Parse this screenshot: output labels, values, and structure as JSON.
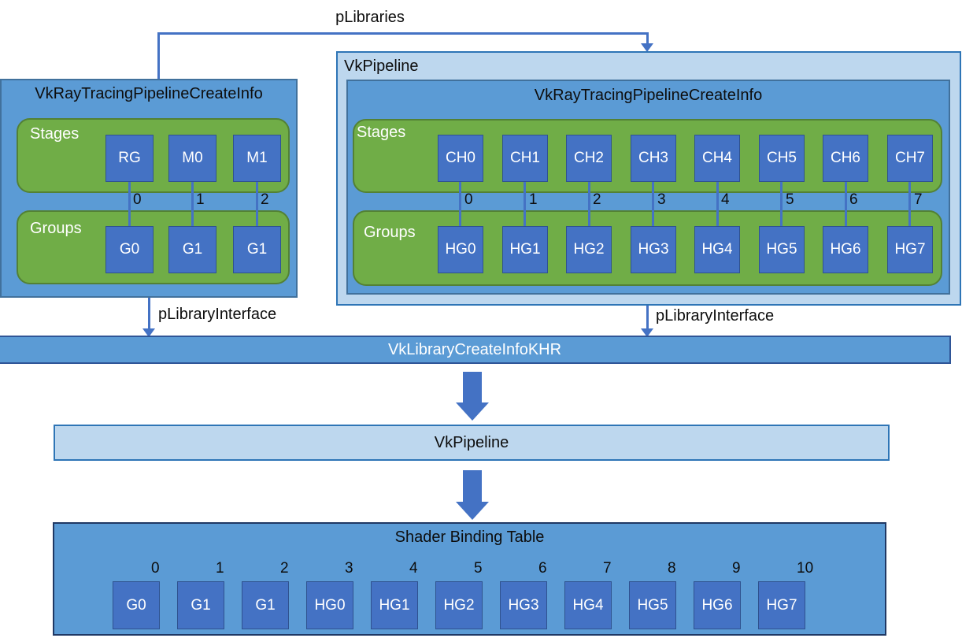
{
  "colors": {
    "medium_blue": "#5b9bd5",
    "medium_blue_border": "#41719c",
    "dark_blue": "#4472c4",
    "dark_blue_border": "#2f528f",
    "green": "#70ad47",
    "green_border": "#538135",
    "light_blue": "#bdd7ee",
    "light_blue_border": "#2e75b6",
    "navy_border": "#1f3864",
    "arrow_blue": "#4472c4"
  },
  "connectors": {
    "plibraries_label": "pLibraries",
    "plibrary_interface_left_label": "pLibraryInterface",
    "plibrary_interface_right_label": "pLibraryInterface"
  },
  "left_pipeline": {
    "title": "VkRayTracingPipelineCreateInfo",
    "stages_label": "Stages",
    "groups_label": "Groups",
    "stages": [
      "RG",
      "M0",
      "M1"
    ],
    "stage_indices": [
      "0",
      "1",
      "2"
    ],
    "groups": [
      "G0",
      "G1",
      "G1"
    ]
  },
  "right_pipeline": {
    "outer_title": "VkPipeline",
    "inner_title": "VkRayTracingPipelineCreateInfo",
    "stages_label": "Stages",
    "groups_label": "Groups",
    "stages": [
      "CH0",
      "CH1",
      "CH2",
      "CH3",
      "CH4",
      "CH5",
      "CH6",
      "CH7"
    ],
    "stage_indices": [
      "0",
      "1",
      "2",
      "3",
      "4",
      "5",
      "6",
      "7"
    ],
    "groups": [
      "HG0",
      "HG1",
      "HG2",
      "HG3",
      "HG4",
      "HG5",
      "HG6",
      "HG7"
    ]
  },
  "library_info_bar": {
    "title": "VkLibraryCreateInfoKHR"
  },
  "pipeline_bar": {
    "title": "VkPipeline"
  },
  "shader_binding_table": {
    "title": "Shader Binding Table",
    "entry_indices": [
      "0",
      "1",
      "2",
      "3",
      "4",
      "5",
      "6",
      "7",
      "8",
      "9",
      "10"
    ],
    "entries": [
      "G0",
      "G1",
      "G1",
      "HG0",
      "HG1",
      "HG2",
      "HG3",
      "HG4",
      "HG5",
      "HG6",
      "HG7"
    ]
  }
}
